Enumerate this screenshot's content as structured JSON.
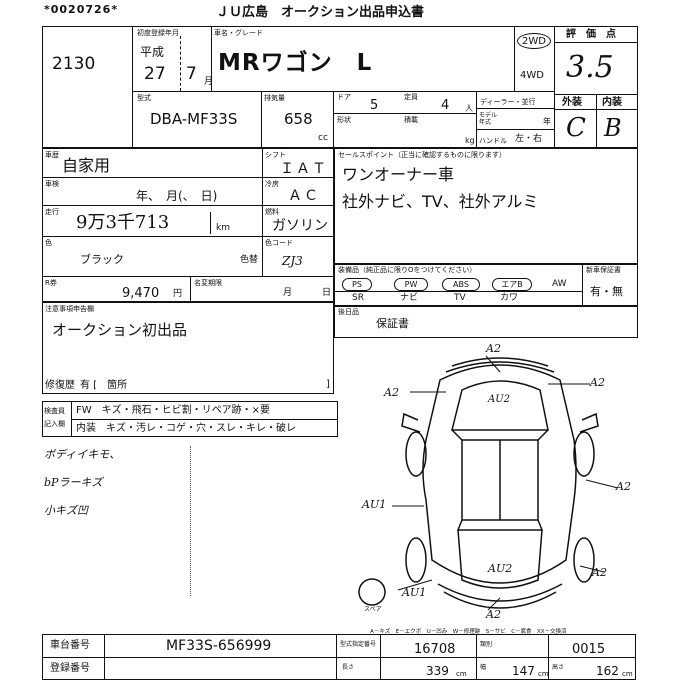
{
  "header": {
    "serial": "*0020726*",
    "title": "ＪＵ広島　オークション出品申込書"
  },
  "lot": {
    "number": "2130"
  },
  "first_registration": {
    "label": "初度登録年月",
    "era": "平成",
    "year": "27",
    "month": "7",
    "month_unit": "月"
  },
  "model_name": {
    "label": "車名・グレード",
    "value": "MRワゴン　L"
  },
  "drive": {
    "options": [
      "2WD",
      "4WD"
    ],
    "selected": "2WD"
  },
  "rating": {
    "label": "評　価　点",
    "score": "3.5",
    "exterior_label": "外装",
    "interior_label": "内装",
    "exterior": "C",
    "interior": "B"
  },
  "model_code": {
    "label": "型式",
    "value": "DBA-MF33S"
  },
  "displacement": {
    "label": "排気量",
    "value": "658",
    "unit": "cc"
  },
  "doors": {
    "label": "ドア",
    "value": "5"
  },
  "capacity": {
    "label": "定員",
    "value": "4",
    "unit": "人"
  },
  "dealer_label": "ディーラー・並行",
  "shape_label": "形状",
  "loading_label": "積載",
  "model_year_label": "モデル年式",
  "handle": {
    "label": "ハンドル",
    "value": "左・右",
    "unit": "年"
  },
  "weight_unit": "kg",
  "usage": {
    "label": "車歴",
    "value": "自家用"
  },
  "inspection": {
    "label": "車検",
    "text": "年、　月(、　日)"
  },
  "mileage": {
    "label": "走行",
    "value": "9万3千713",
    "unit": "km"
  },
  "color": {
    "label": "色",
    "value": "ブラック",
    "repaint_label": "色替"
  },
  "shift": {
    "label": "シフト",
    "value": "ＩＡＴ"
  },
  "aircon": {
    "label": "冷房",
    "value": "ＡＣ"
  },
  "fuel": {
    "label": "燃料",
    "value": "ガソリン"
  },
  "color_code": {
    "label": "色コード",
    "value": "ZJ3"
  },
  "sales_points": {
    "label": "セールスポイント（正当に確認するものに限ります）",
    "lines": [
      "ワンオーナー車",
      "社外ナビ、TV、社外アルミ"
    ]
  },
  "recycle": {
    "label": "R券",
    "value": "9,470",
    "unit": "円"
  },
  "name_change": {
    "label": "名変期限",
    "month": "月",
    "day": "日"
  },
  "equipment": {
    "label": "装備品（純正品に限りOをつけてください）",
    "row1": [
      "PS",
      "PW",
      "ABS",
      "エアB",
      "AW"
    ],
    "row2": [
      "SR",
      "ナビ",
      "TV",
      "カワ"
    ],
    "new_car_warranty_label": "新車保証書",
    "warranty_options": "有・無"
  },
  "notes": {
    "label": "注意事項申告欄",
    "value": "オークション初出品"
  },
  "extras": {
    "label": "後日品",
    "value": "保証書"
  },
  "repair_history": {
    "label": "修復歴",
    "value": "有 [　箇所",
    "close": "]"
  },
  "inspector": {
    "label1": "検査員",
    "label2": "記入欄",
    "row1": "FW　キズ・飛石・ヒビ割・リペア跡・×要",
    "row2": "内装　キズ・汚レ・コゲ・穴・スレ・キレ・破レ"
  },
  "handwritten_notes": [
    "ボディイキモ、",
    "bPラーキズ",
    "小キズ凹"
  ],
  "diagram_marks": [
    "A2",
    "A2",
    "AU2",
    "A2",
    "A2",
    "AU1",
    "AU2",
    "A2",
    "AU1",
    "A2"
  ],
  "spare_label": "スペア",
  "legend": "A－キズ　E－エクボ　U－凹み　W－修理跡　S－サビ　C－腐食　XX－交換済",
  "chassis": {
    "label": "車台番号",
    "value": "MF33S-656999"
  },
  "registration": {
    "label": "登録番号"
  },
  "model_designation": {
    "label": "型式指定番号",
    "value": "16708"
  },
  "category": {
    "label": "類別",
    "value": "0015"
  },
  "length": {
    "label": "長さ",
    "value": "339",
    "unit": "cm"
  },
  "width": {
    "label": "幅",
    "value": "147",
    "unit": "cm"
  },
  "height": {
    "label": "高さ",
    "value": "162",
    "unit": "cm"
  }
}
